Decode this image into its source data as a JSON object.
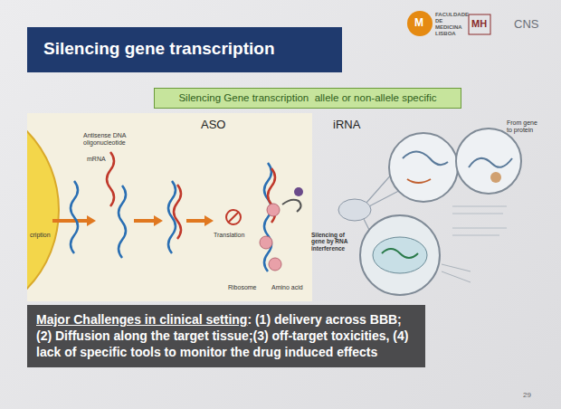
{
  "diagram": {
    "title": "Silencing gene transcription",
    "nodes": [
      {
        "text": [
          "Silencing Gene transcription  allele or non-allele specific"
        ]
      },
      {
        "text": [
          "Major Challenges in clinical setting",
          ": (1) delivery across BBB; (2) Diffusion along the target tissue;(3) off-target toxicities, (4) lack of specific tools to monitor the drug induced effects"
        ]
      }
    ],
    "labels": [
      "M",
      "FACULDADE DE MEDICINA LISBOA",
      "MH",
      "CNS",
      "ASO",
      "Antisense DNA oligonucleotide",
      "mRNA",
      "cription",
      "Translation",
      "Ribosome",
      "Amino acid",
      "iRNA",
      "From gene to protein",
      "Silencing of gene by RNA interference",
      "29"
    ]
  }
}
